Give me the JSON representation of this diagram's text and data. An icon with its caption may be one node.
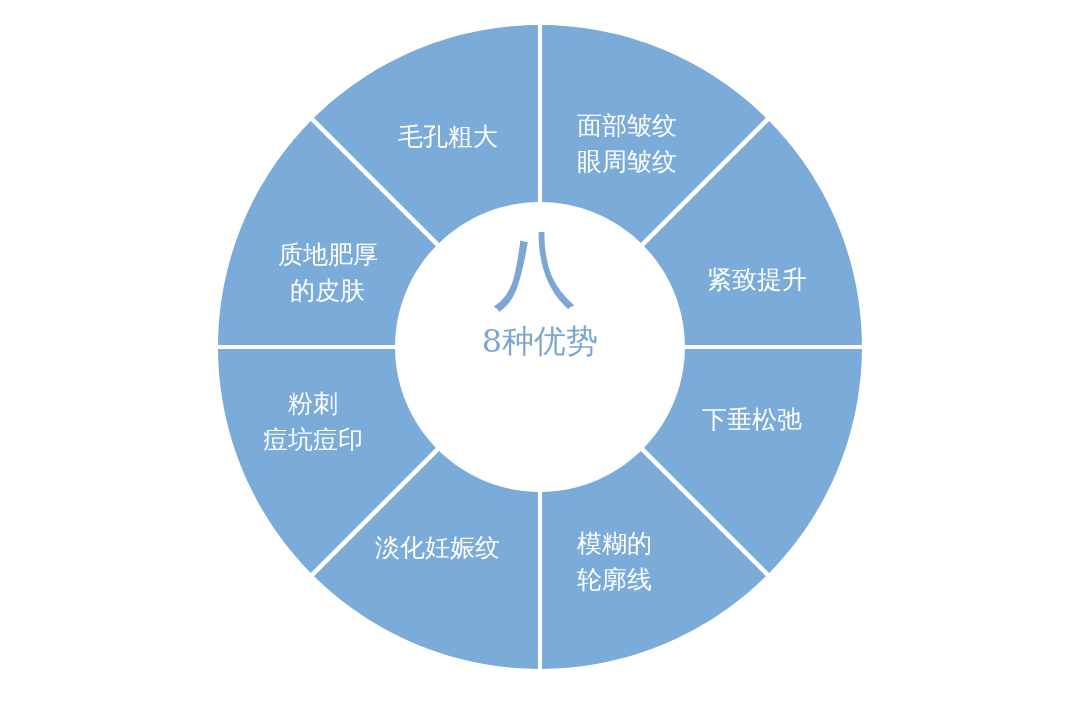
{
  "diagram": {
    "nodes": [
      {
        "text": [
          "八",
          "8种优势"
        ]
      },
      {
        "text": [
          "毛孔粗大"
        ]
      },
      {
        "text": [
          "面部皱纹",
          "眼周皱纹"
        ]
      },
      {
        "text": [
          "紧致提升"
        ]
      },
      {
        "text": [
          "下垂松弛"
        ]
      },
      {
        "text": [
          "模糊的轮廓线"
        ]
      },
      {
        "text": [
          "淡化妊娠纹"
        ]
      },
      {
        "text": [
          "粉刺",
          "痘坑痘印"
        ]
      },
      {
        "text": [
          "质地肥厚的皮肤"
        ]
      }
    ]
  }
}
